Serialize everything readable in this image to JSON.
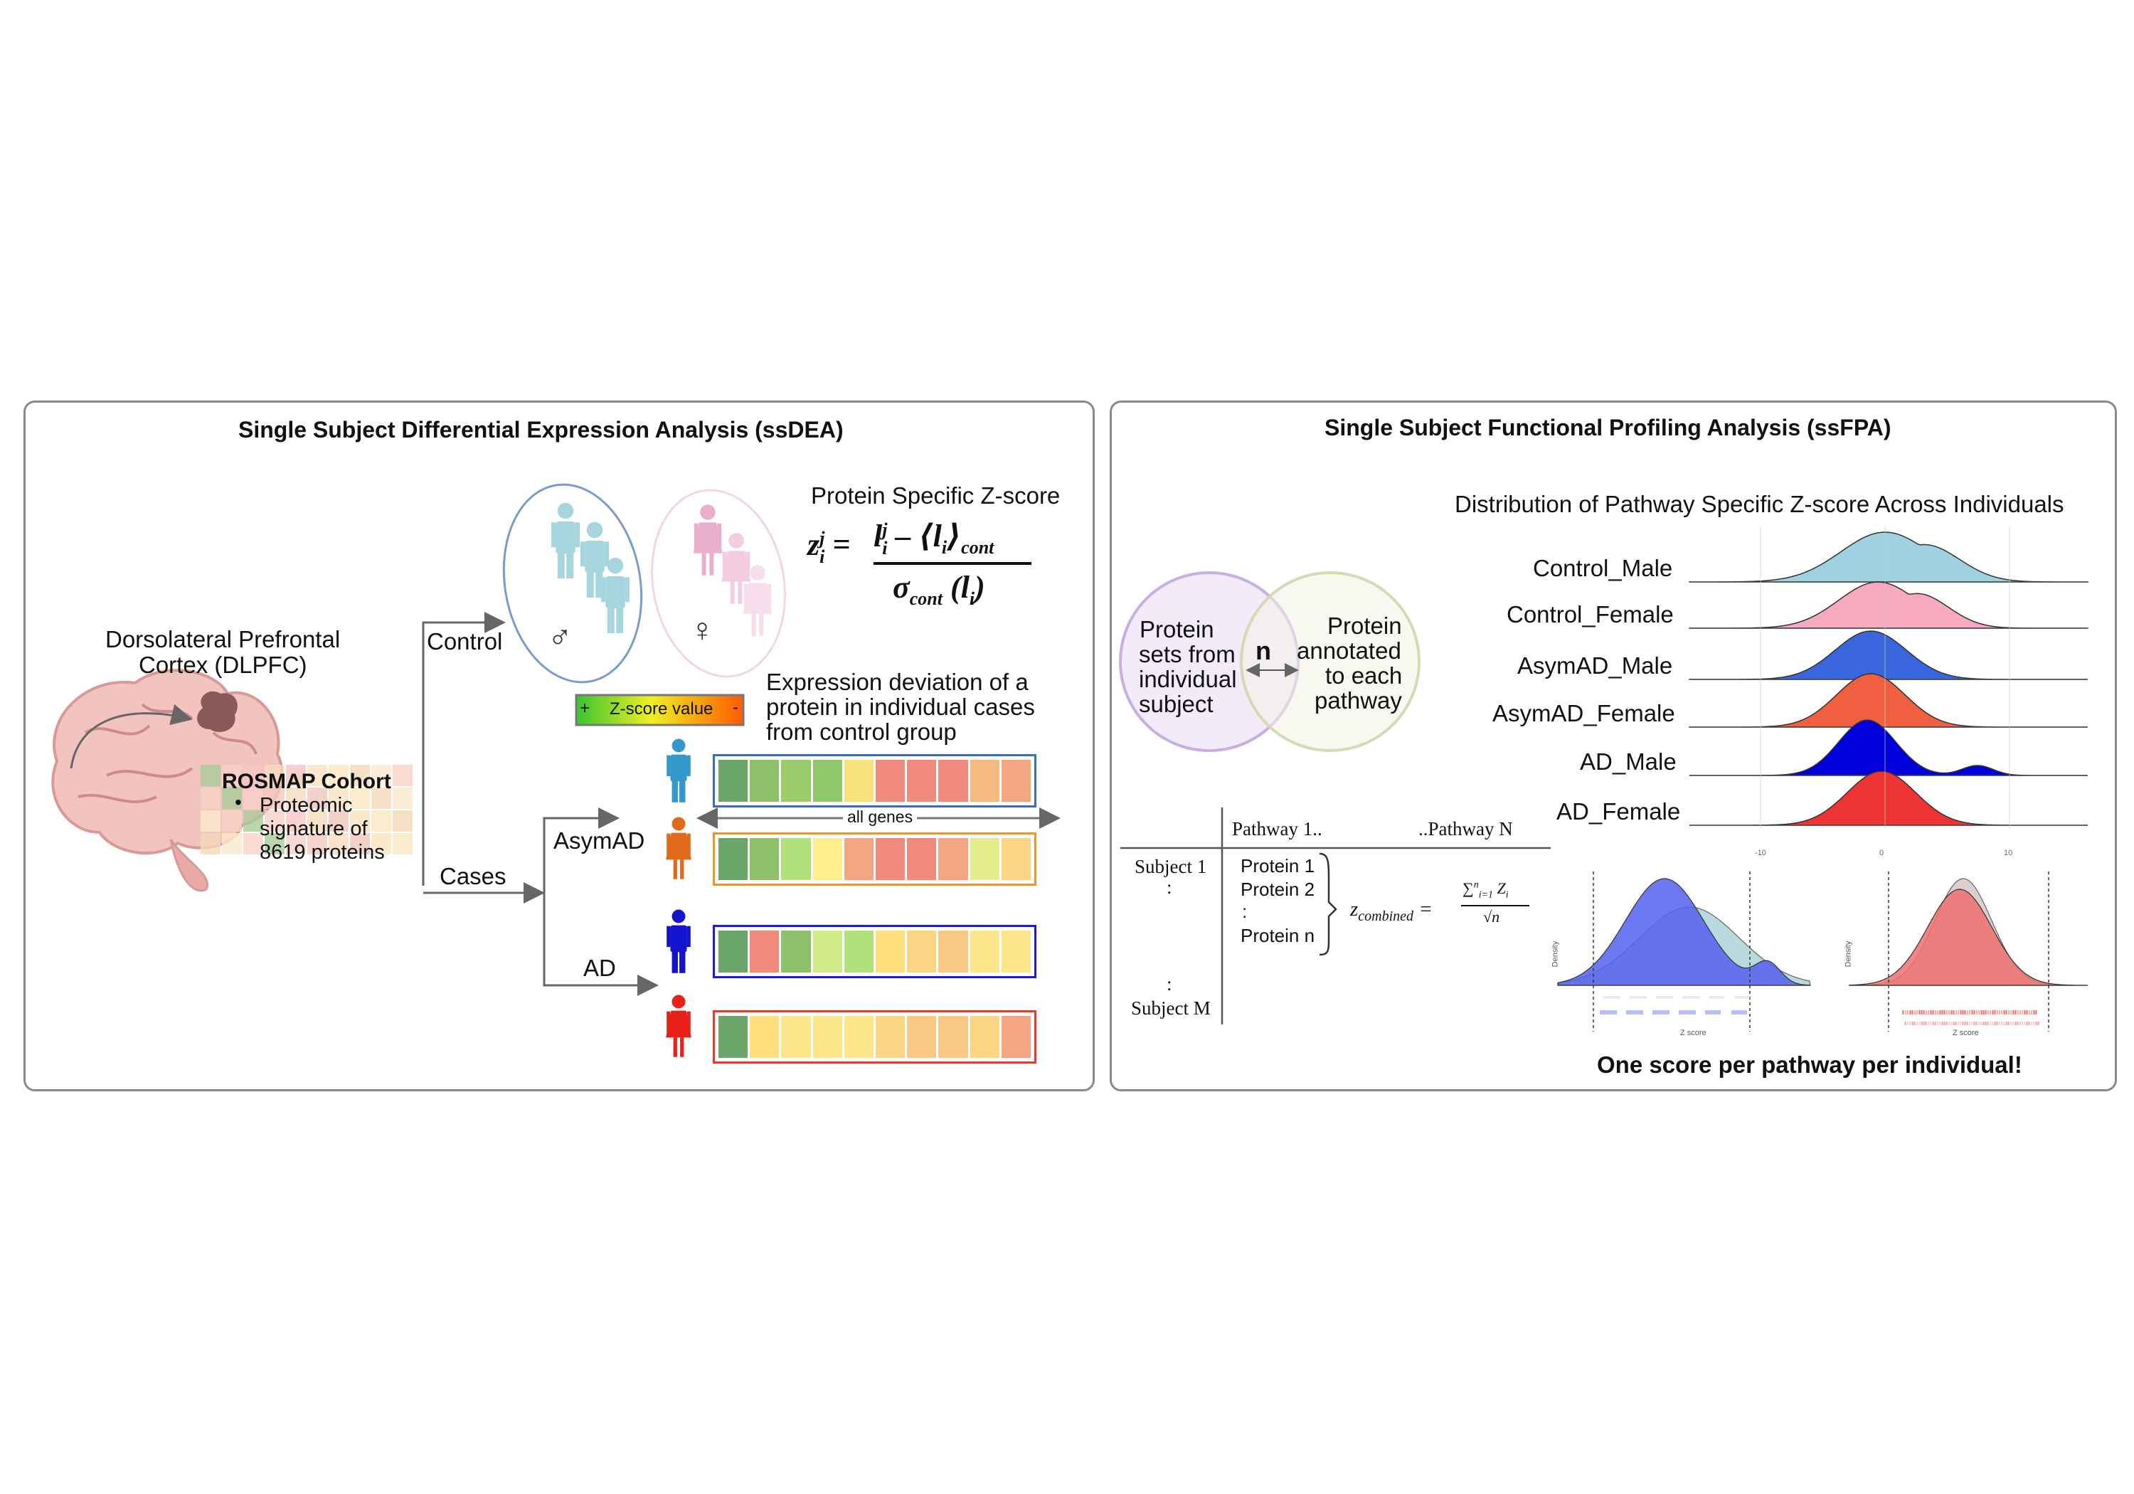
{
  "left_panel": {
    "title": "Single Subject Differential Expression Analysis (ssDEA)",
    "region_label_line1": "Dorsolateral Prefrontal",
    "region_label_line2": "Cortex (DLPFC)",
    "cohort_title": "ROSMAP Cohort",
    "cohort_bullet_line1": "Proteomic",
    "cohort_bullet_line2": "signature of",
    "cohort_bullet_line3": "8619 proteins",
    "control_label": "Control",
    "cases_label": "Cases",
    "asymad_label": "AsymAD",
    "ad_label": "AD",
    "male_symbol": "♂",
    "female_symbol": "♀",
    "zscore_title": "Protein Specific Z-score",
    "legend_plus": "+",
    "legend_label": "Z-score value",
    "legend_minus": "-",
    "deviation_line1": "Expression deviation of a",
    "deviation_line2": "protein in individual cases",
    "deviation_line3": "from control group",
    "all_genes_label": "all genes",
    "bars": [
      {
        "border": "#3a6fb5",
        "person": "#3399cc",
        "cells": [
          "#6aa56a",
          "#8ec26a",
          "#9bcb6a",
          "#8ec86a",
          "#f7e17a",
          "#f08a7c",
          "#f08a7c",
          "#f08a7c",
          "#f6b97e",
          "#f4a582"
        ]
      },
      {
        "border": "#e8962e",
        "person": "#e06a1a",
        "cells": [
          "#6aa56a",
          "#8ec26a",
          "#b2e07a",
          "#fdf08a",
          "#f4a582",
          "#f08a7c",
          "#f08a7c",
          "#f4a582",
          "#e2ee8c",
          "#fcd582"
        ]
      },
      {
        "border": "#1a1adf",
        "person": "#1414d0",
        "cells": [
          "#6aa56a",
          "#f08a7c",
          "#8ec26a",
          "#d0ec8a",
          "#b2e07a",
          "#fde07a",
          "#fcd582",
          "#f9c882",
          "#fde68a",
          "#fde68a"
        ]
      },
      {
        "border": "#e83a2a",
        "person": "#e8201a",
        "cells": [
          "#6aa56a",
          "#fde07a",
          "#fde68a",
          "#fde68a",
          "#fde68a",
          "#fcd582",
          "#f9c882",
          "#f9c882",
          "#fcd582",
          "#f4a582"
        ]
      }
    ]
  },
  "right_panel": {
    "title": "Single Subject Functional Profiling Analysis (ssFPA)",
    "dist_title": "Distribution of Pathway Specific Z-score Across Individuals",
    "venn_left_line1": "Protein",
    "venn_left_line2": "sets from",
    "venn_left_line3": "individual",
    "venn_left_line4": "subject",
    "venn_right_line1": "Protein",
    "venn_right_line2": "annotated",
    "venn_right_line3": "to each",
    "venn_right_line4": "pathway",
    "venn_center": "n",
    "ridge_labels": [
      "Control_Male",
      "Control_Female",
      "AsymAD_Male",
      "AsymAD_Female",
      "AD_Male",
      "AD_Female"
    ],
    "ridge_colors": [
      "#9ed2e0",
      "#f7a9c0",
      "#3a66dd",
      "#f06040",
      "#0000dd",
      "#ee3333"
    ],
    "ridge_ticks": [
      "-10",
      "0",
      "10"
    ],
    "table_header_col1": "Pathway 1..",
    "table_header_col2": "..Pathway N",
    "subject_1": "Subject 1",
    "colon": ":",
    "subject_m": "Subject M",
    "proteins": [
      "Protein 1",
      "Protein 2",
      ":",
      "Protein n"
    ],
    "bottom_statement": "One score per pathway per individual!",
    "mini_xlabel": "Z score",
    "mini_ylabel": "Density"
  }
}
